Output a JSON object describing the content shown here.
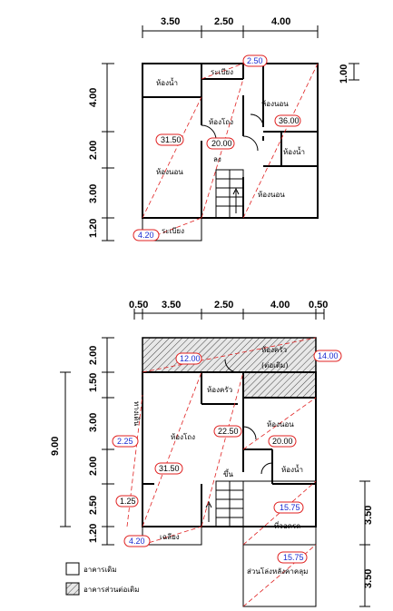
{
  "top_plan": {
    "dims_top": [
      "3.50",
      "2.50",
      "4.00"
    ],
    "dims_left": [
      "4.00",
      "2.00",
      "3.00",
      "1.20"
    ],
    "dim_right": "1.00",
    "rooms": {
      "bath_left": "ห้องน้ำ",
      "balcony_top": "ระเบียง",
      "hall": "ห้องโถง",
      "stair": "ลง",
      "bed_left": "ห้องนอน",
      "bed_top_right": "ห้องนอน",
      "bath_right": "ห้องน้ำ",
      "bed_bottom_right": "ห้องนอน",
      "balcony_bottom": "ระเบียง"
    },
    "areas": {
      "balcony_top": "2.50",
      "bed_top_right": "36.00",
      "bed_left": "31.50",
      "hall": "20.00",
      "balcony_bottom": "4.20"
    }
  },
  "bottom_plan": {
    "dims_top": [
      "0.50",
      "3.50",
      "2.50",
      "4.00",
      "0.50"
    ],
    "dims_left": [
      "2.00",
      "1.50",
      "3.00",
      "2.00",
      "2.50",
      "1.20"
    ],
    "dim_total": "9.00",
    "dims_right": [
      "3.50",
      "3.50"
    ],
    "rooms": {
      "kitchen_ext": "ห้องครัว",
      "kitchen_ext_sub": "(ต่อเติม)",
      "kitchen": "ห้องครัว",
      "hall": "ห้องโถง",
      "side_walk": "ทางเดิน",
      "bed": "ห้องนอน",
      "bath": "ห้องน้ำ",
      "stair": "ขึ้น",
      "porch": "เฉลียง",
      "carport": "ที่จอดรถ",
      "covered_ext": "ส่วนโล่งหลังคาคลุม"
    },
    "areas": {
      "left_strip": "12.00",
      "kitchen_ext": "14.00",
      "side_walk": "2.25",
      "hall_left": "31.50",
      "hall_center": "22.50",
      "bed": "20.00",
      "stair_left": "1.25",
      "porch": "4.20",
      "carport": "15.75",
      "covered_ext": "15.75"
    }
  },
  "legend": {
    "existing": "อาคารเดิม",
    "extension": "อาคารส่วนต่อเติม"
  }
}
